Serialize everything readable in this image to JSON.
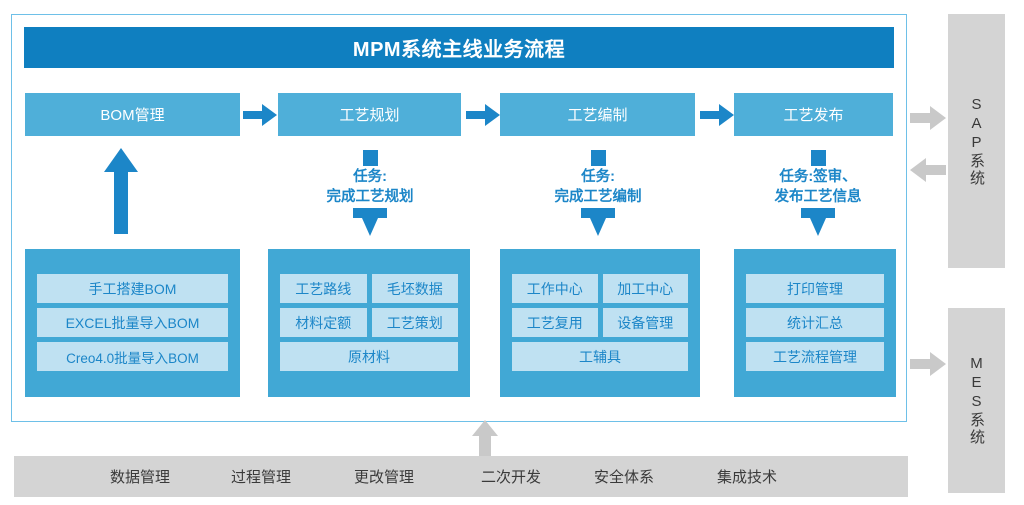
{
  "diagram": {
    "title": "MPM系统主线业务流程",
    "stages": [
      {
        "label": "BOM管理"
      },
      {
        "label": "工艺规划"
      },
      {
        "label": "工艺编制"
      },
      {
        "label": "工艺发布"
      }
    ],
    "tasks": [
      {
        "line1": "任务:",
        "line2": "完成工艺规划"
      },
      {
        "line1": "任务:",
        "line2": "完成工艺编制"
      },
      {
        "line1": "任务:签审、",
        "line2": "发布工艺信息"
      }
    ],
    "panels": [
      {
        "name": "bom-panel",
        "rows": [
          [
            "手工搭建BOM"
          ],
          [
            "EXCEL批量导入BOM"
          ],
          [
            "Creo4.0批量导入BOM"
          ]
        ]
      },
      {
        "name": "planning-panel",
        "rows": [
          [
            "工艺路线",
            "毛坯数据"
          ],
          [
            "材料定额",
            "工艺策划"
          ],
          [
            "原材料"
          ]
        ]
      },
      {
        "name": "authoring-panel",
        "rows": [
          [
            "工作中心",
            "加工中心"
          ],
          [
            "工艺复用",
            "设备管理"
          ],
          [
            "工辅具"
          ]
        ]
      },
      {
        "name": "release-panel",
        "rows": [
          [
            "打印管理"
          ],
          [
            "统计汇总"
          ],
          [
            "工艺流程管理"
          ]
        ]
      }
    ],
    "external_systems": [
      {
        "name": "sap",
        "label": "SAP系统"
      },
      {
        "name": "mes",
        "label": "MES系统"
      }
    ],
    "foundation": [
      "数据管理",
      "过程管理",
      "更改管理",
      "二次开发",
      "安全体系",
      "集成技术"
    ],
    "colors": {
      "title_blue": "#0F7FC0",
      "stage_blue": "#4FAFD9",
      "panel_blue": "#41A8D5",
      "cell_blue": "#BFE1F2",
      "text_blue": "#1C86C8",
      "frame_border": "#6EC0E8",
      "grey": "#D4D4D4",
      "grey_arrow": "#C9C9C9"
    }
  }
}
